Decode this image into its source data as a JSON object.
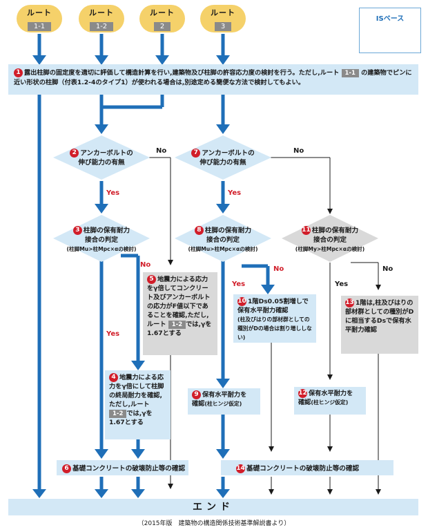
{
  "routes": [
    {
      "label": "ルート",
      "num": "1-1"
    },
    {
      "label": "ルート",
      "num": "1-2"
    },
    {
      "label": "ルート",
      "num": "2"
    },
    {
      "label": "ルート",
      "num": "3"
    }
  ],
  "is_base": "ISベース",
  "step1": {
    "num": "1",
    "text_a": "露出柱脚の固定度を適切に評価して構造計算を行い,建築物及び柱脚の許容応力度の検討を行う。ただし,ルート",
    "tag": "1-1",
    "text_b": "の建築物でピンに近い形状の柱脚（付表1.2-4のタイプ1）が使われる場合は,別途定める簡便な方法で検討してもよい。"
  },
  "d2": {
    "num": "2",
    "line1": "アンカーボルトの",
    "line2": "伸び能力の有無"
  },
  "d7": {
    "num": "7",
    "line1": "アンカーボルトの",
    "line2": "伸び能力の有無"
  },
  "d3": {
    "num": "3",
    "line1": "柱脚の保有耐力",
    "line2": "接合の判定",
    "line3": "(柱脚Mu>柱Mpc×αの検討)"
  },
  "d8": {
    "num": "8",
    "line1": "柱脚の保有耐力",
    "line2": "接合の判定",
    "line3": "(柱脚Mu>柱Mpc×αの検討)"
  },
  "d11": {
    "num": "11",
    "line1": "柱脚の保有耐力",
    "line2": "接合の判定",
    "line3": "(柱脚My>柱Mpc×αの検討)"
  },
  "labels": {
    "yes": "Yes",
    "no": "No"
  },
  "box5": {
    "num": "5",
    "a": "地震力による応力をγ倍してコンクリート及びアンカーボルトの応力がF値以下であることを確認,ただし,ルート",
    "tag": "1-2",
    "b": "では,γを1.67とする"
  },
  "box4": {
    "num": "4",
    "a": "地震力による応力をγ倍にして柱脚の終局耐力を確認,ただし,ルート",
    "tag": "1-2",
    "b": "では,γを1.67とする"
  },
  "box10": {
    "num": "10",
    "a": "1階Ds0.05割増しで保有水平耐力確認",
    "b": "(柱及びはりの部材群としての種別がDの場合は割り増ししない)"
  },
  "box13": {
    "num": "13",
    "a": "1階は,柱及びはりの部材群としての種別がDに相当するDsで保有水平耐力確認"
  },
  "box9": {
    "num": "9",
    "a": "保有水平耐力を",
    "b": "確認",
    "c": "(柱ヒンジ仮定)"
  },
  "box12": {
    "num": "12",
    "a": "保有水平耐力を",
    "b": "確認",
    "c": "(柱ヒンジ仮定)"
  },
  "box6": {
    "num": "6",
    "text": "基礎コンクリートの破壊防止等の確認"
  },
  "box14": {
    "num": "14",
    "text": "基礎コンクリートの破壊防止等の確認"
  },
  "end": "エンド",
  "source": "（2015年版　建築物の構造関係技術基準解説書より）",
  "colors": {
    "blue_arrow": "#1f6fb8",
    "light_blue": "#d3e8f6",
    "route_yellow": "#f5d16a",
    "gray": "#d9d9d9",
    "red": "#d11e2a"
  }
}
